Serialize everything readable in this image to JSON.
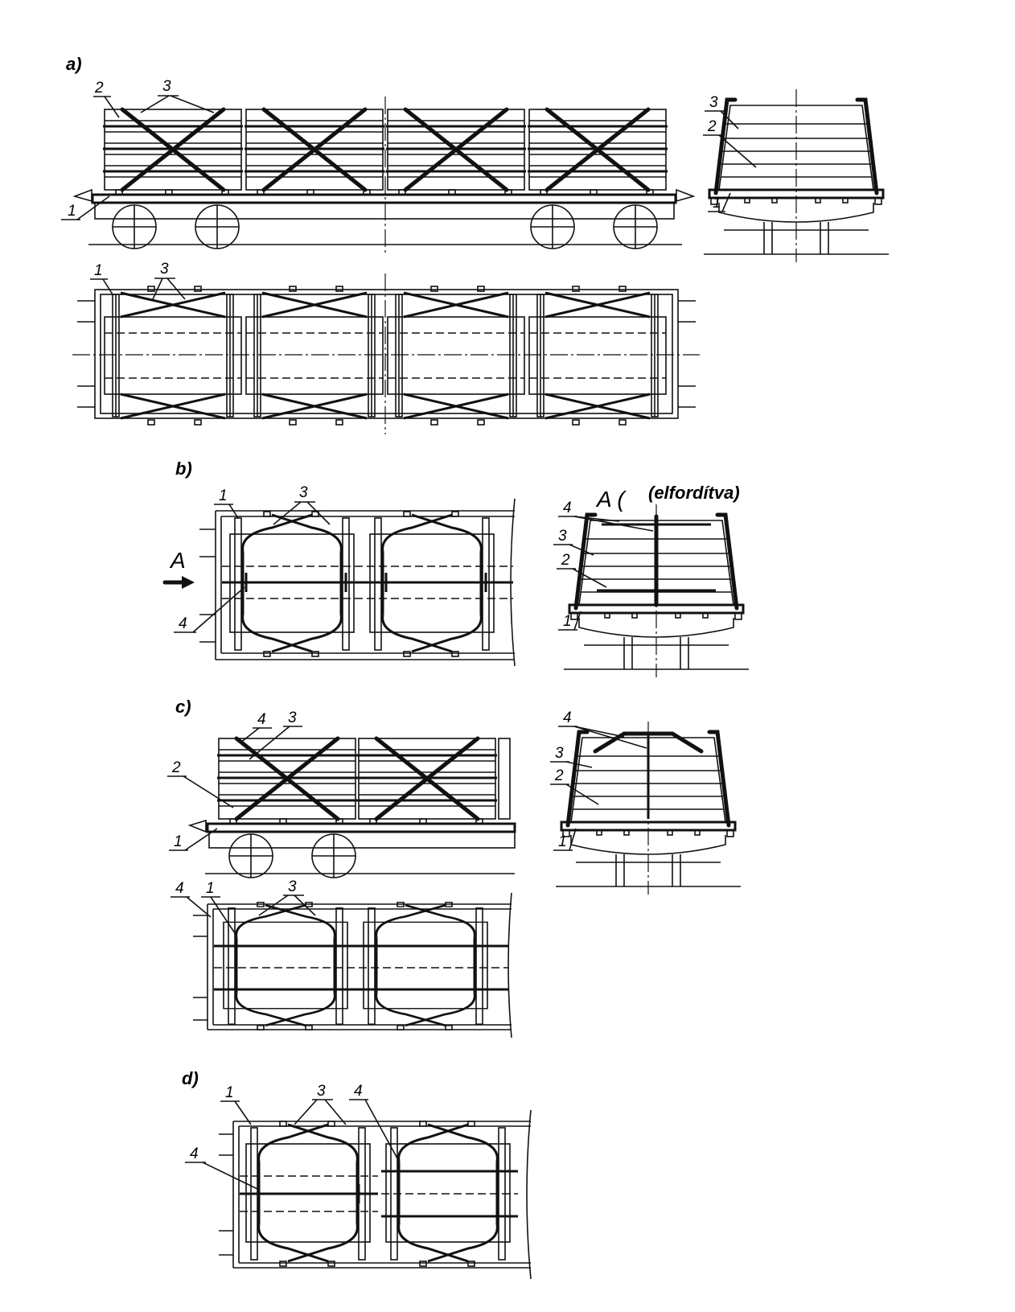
{
  "labels": {
    "a": "a)",
    "b": "b)",
    "c": "c)",
    "d": "d)",
    "view_a": "A",
    "view_a_small": "A (",
    "rotated": "(elfordítva)"
  },
  "callouts": {
    "one": "1",
    "two": "2",
    "three": "3",
    "four": "4"
  },
  "colors": {
    "ink": "#111111",
    "background": "#ffffff"
  }
}
